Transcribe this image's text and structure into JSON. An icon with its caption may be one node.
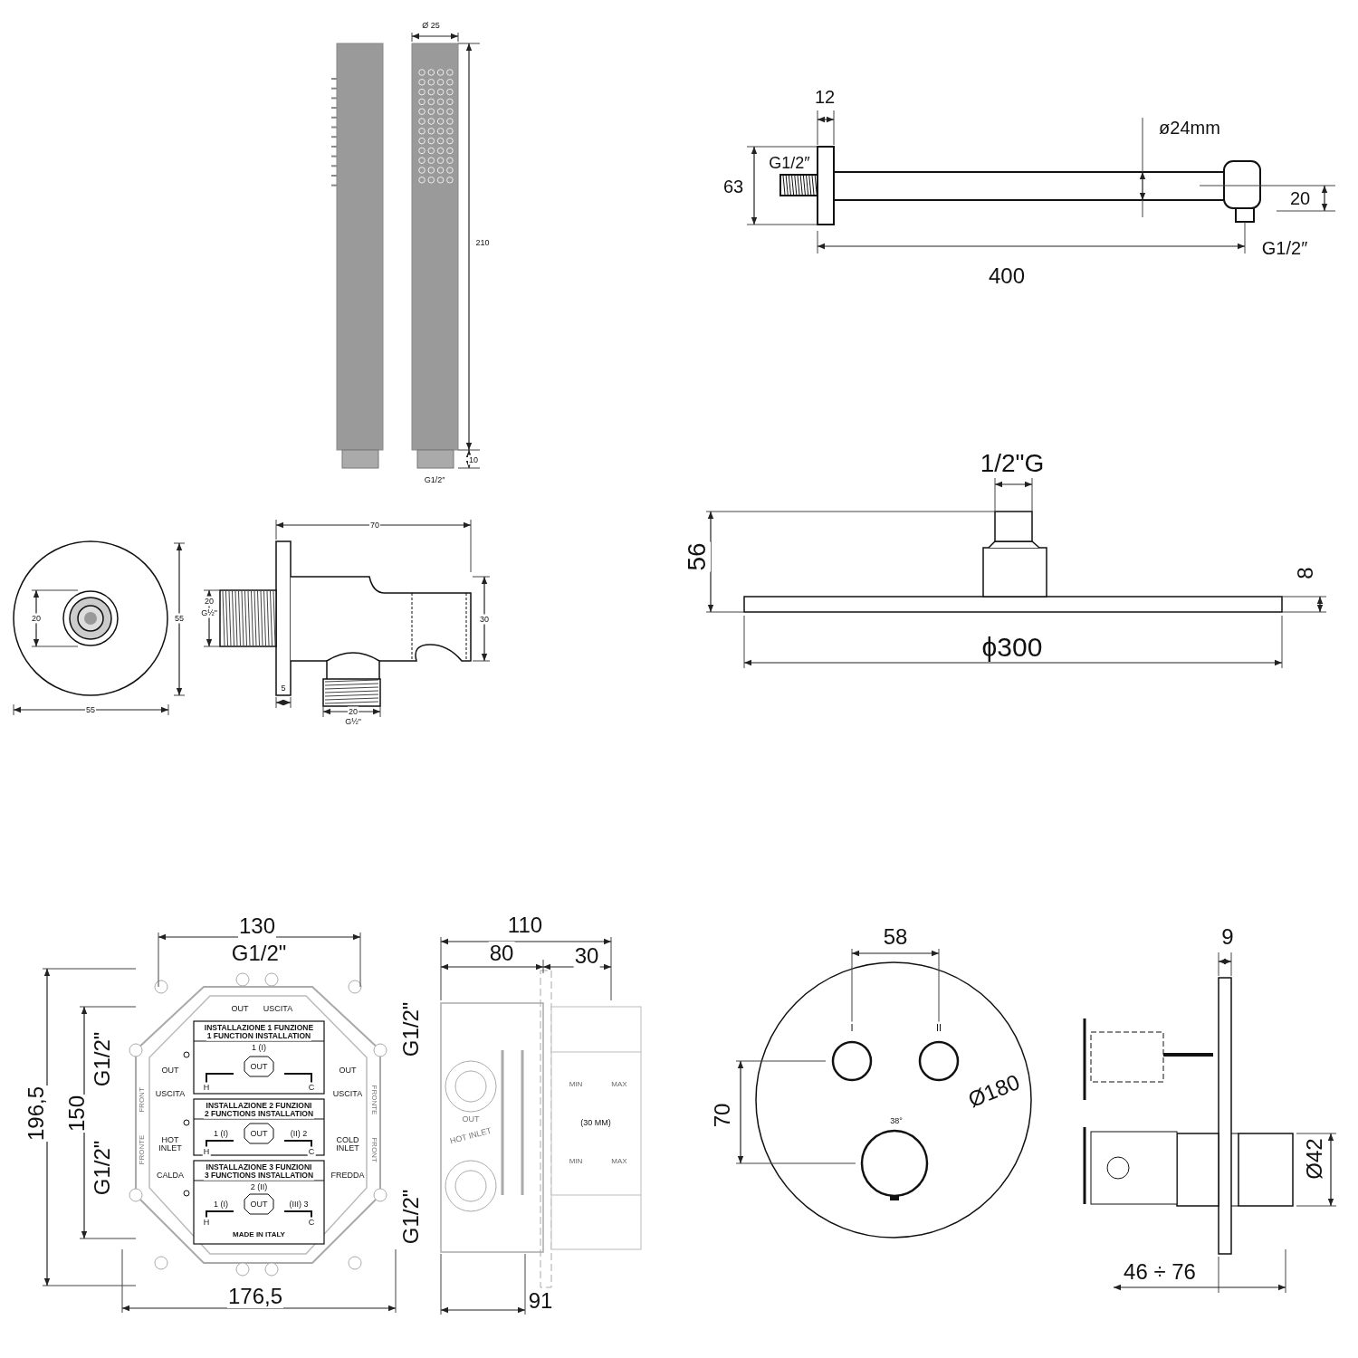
{
  "diagram": {
    "labels": [
      "Ø 25",
      "210",
      "10",
      "G1/2″",
      "12",
      "G1/2″",
      "ø24mm",
      "63",
      "20",
      "400",
      "G1/2″",
      "70",
      "20",
      "55",
      "20",
      "G½\"",
      "30",
      "5",
      "20",
      "G½\"",
      "55",
      "1/2\"G",
      "56",
      "8",
      "ϕ300",
      "130",
      "G1/2\"",
      "110",
      "80",
      "30",
      "196,5",
      "150",
      "G1/2\"",
      "G1/2\"",
      "G1/2\"",
      "G1/2\"",
      "OUT",
      "USCITA",
      "INSTALLAZIONE 1 FUNZIONE",
      "1 FUNCTION INSTALLATION",
      "1 (I)",
      "OUT",
      "H",
      "C",
      "OUT",
      "USCITA",
      "OUT",
      "USCITA",
      "INSTALLAZIONE 2 FUNZIONI",
      "2 FUNCTIONS INSTALLATION",
      "1 (I)",
      "OUT",
      "(II) 2",
      "H",
      "C",
      "HOT INLET",
      "CALDA",
      "COLD INLET",
      "FREDDA",
      "INSTALLAZIONE 3 FUNZIONI",
      "3 FUNCTIONS INSTALLATION",
      "2 (II)",
      "1 (I)",
      "OUT",
      "(III) 3",
      "H",
      "C",
      "MADE IN ITALY",
      "FRONT",
      "FRONTE",
      "FRONTE",
      "FRONT",
      "MIN",
      "MAX",
      "(30 MM)",
      "MIN",
      "MAX",
      "OUT",
      "HOT INLET",
      "176,5",
      "91",
      "58",
      "I",
      "II",
      "70",
      "Ø180",
      "38°",
      "9",
      "Ø42",
      "46 ÷ 76"
    ]
  }
}
